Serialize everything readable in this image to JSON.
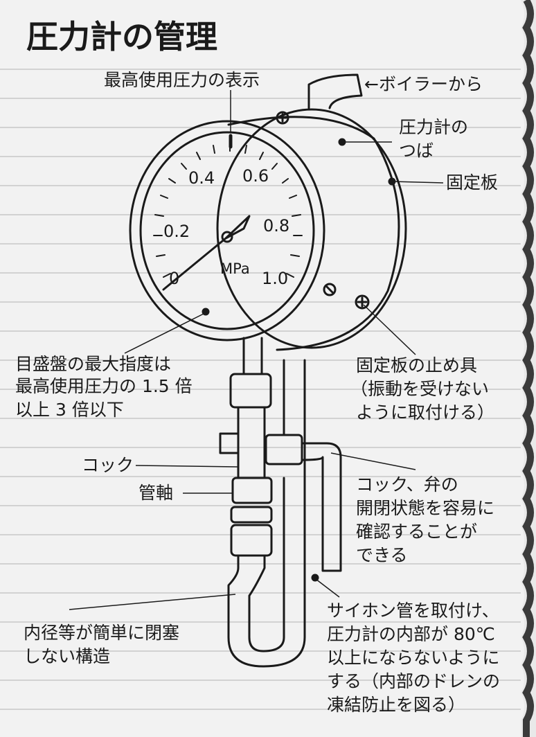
{
  "title": "圧力計の管理",
  "gauge": {
    "scale_labels": [
      "0",
      "0.2",
      "0.4",
      "0.6",
      "0.8",
      "1.0"
    ],
    "unit": "MPa"
  },
  "labels": {
    "max_pressure_display": "最高使用圧力の表示",
    "from_boiler": "←ボイラーから",
    "flange": [
      "圧力計の",
      "つば"
    ],
    "fixing_plate": "固定板",
    "dial_note": [
      "目盛盤の最大指度は",
      "最高使用圧力の 1.5 倍",
      "以上 3 倍以下"
    ],
    "fixing_fastener": [
      "固定板の止め具",
      "（振動を受けない",
      "ように取付ける）"
    ],
    "cock": "コック",
    "pipe_shaft": "管軸",
    "cock_valve_note": [
      "コック、弁の",
      "開閉状態を容易に",
      "確認することが",
      "できる"
    ],
    "inner_diameter_note": [
      "内径等が簡単に閉塞",
      "しない構造"
    ],
    "siphon_note": [
      "サイホン管を取付け、",
      "圧力計の内部が 80℃",
      "以上にならないように",
      "する（内部のドレンの",
      "凍結防止を図る）"
    ]
  }
}
